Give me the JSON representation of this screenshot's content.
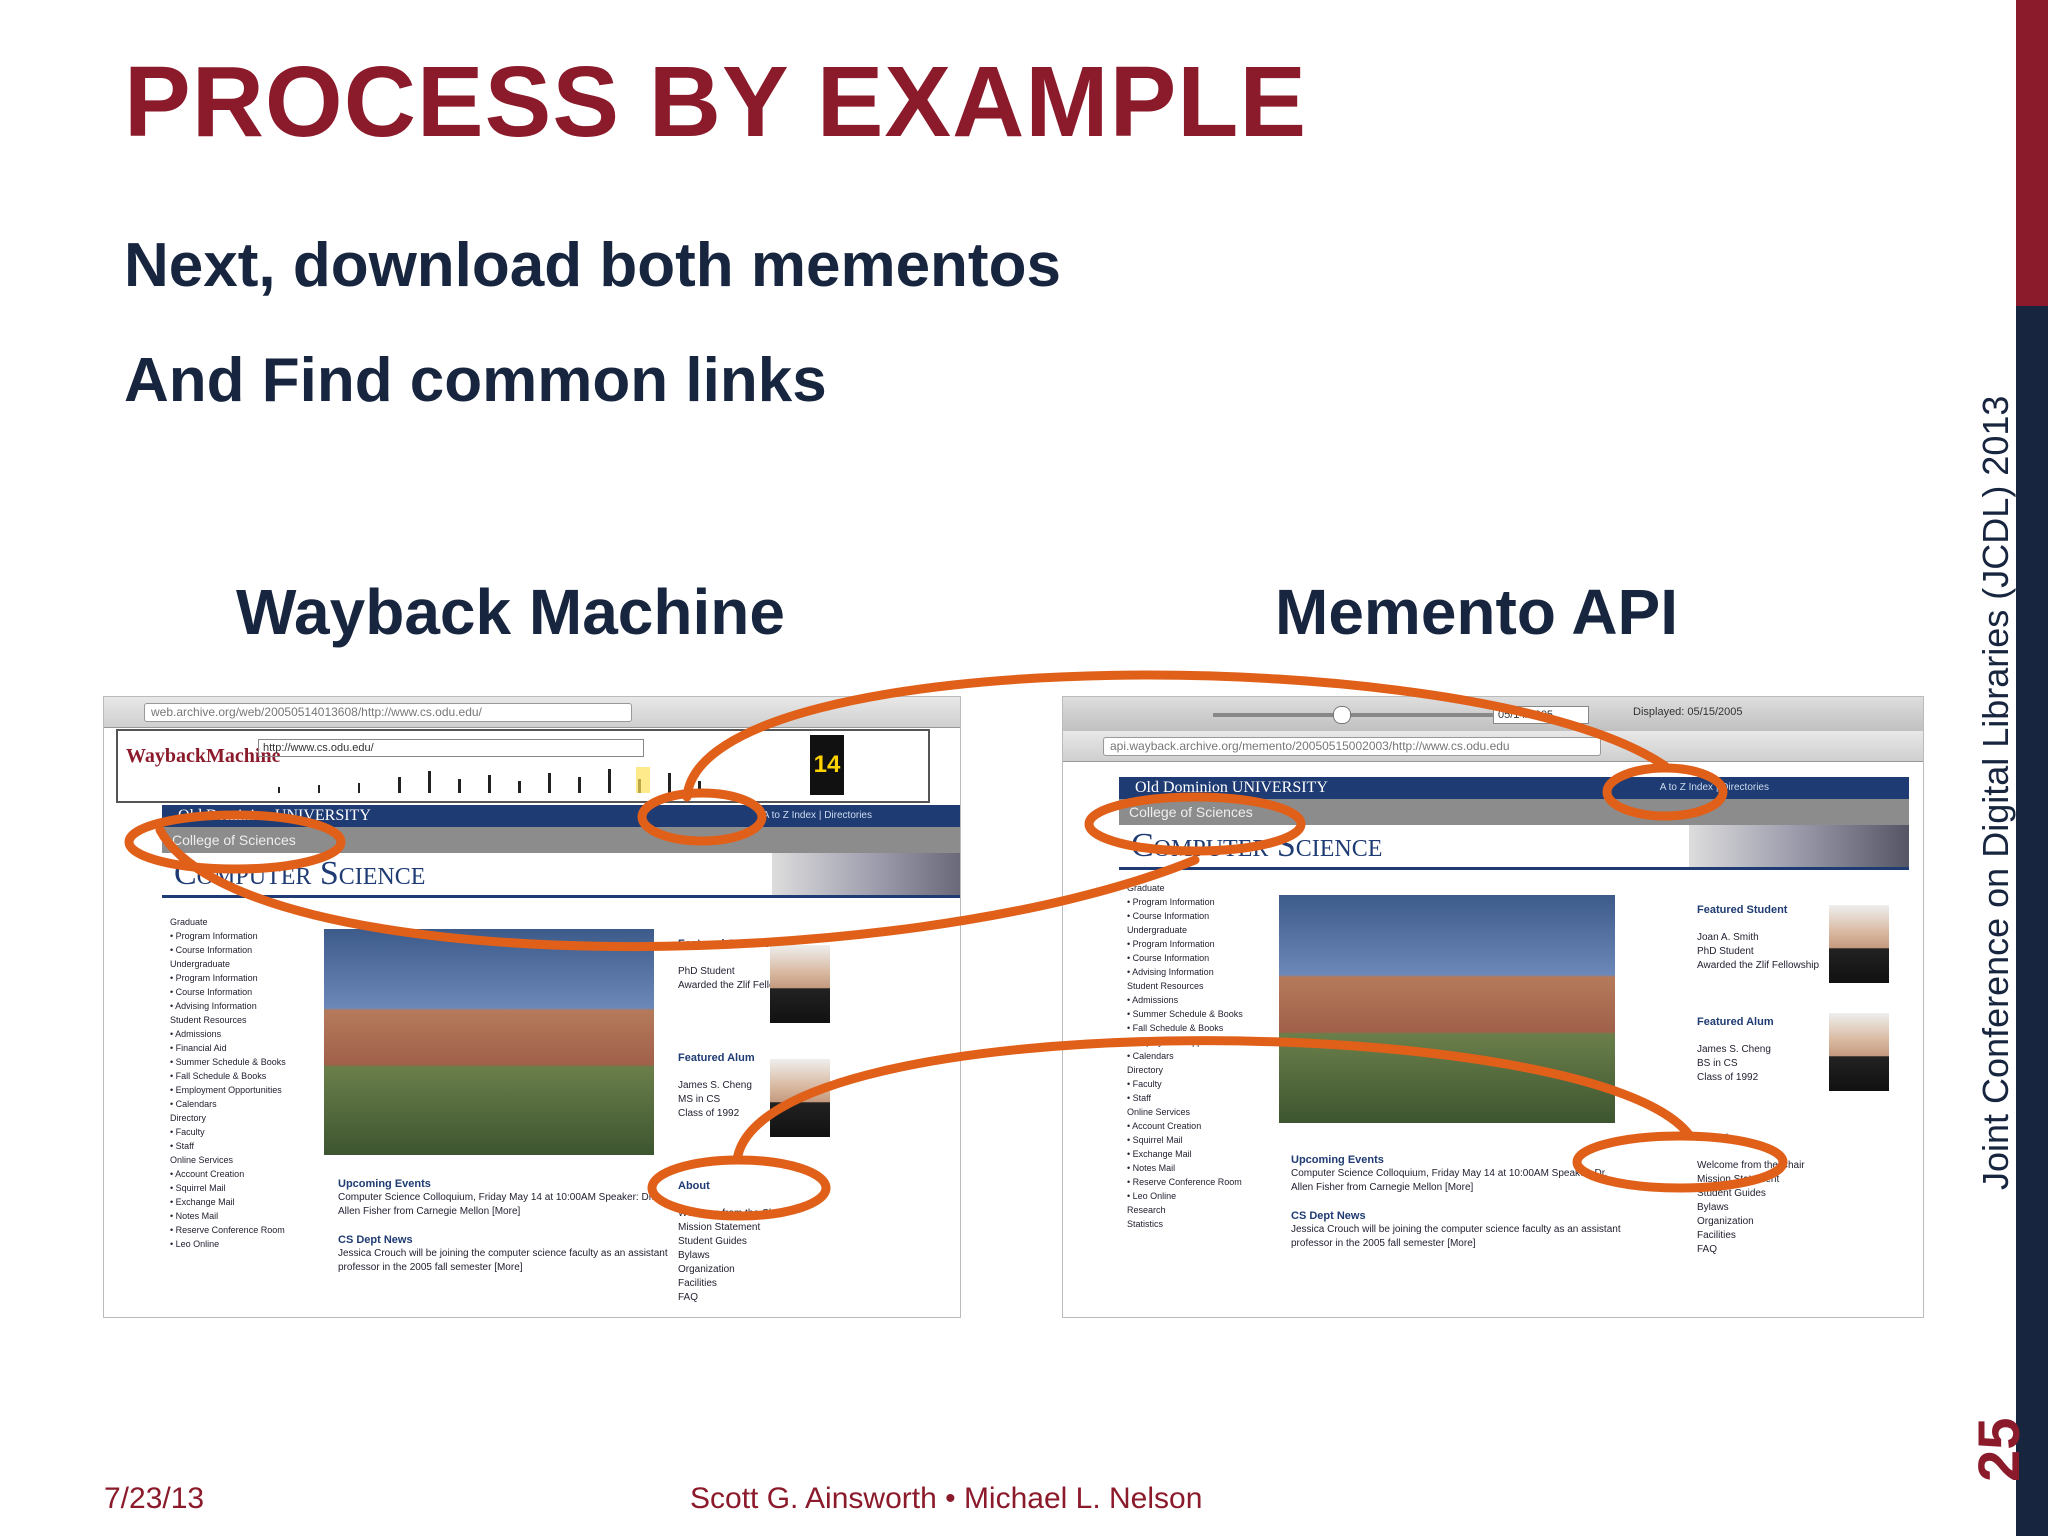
{
  "slide": {
    "title": "PROCESS BY EXAMPLE",
    "bullets": [
      "Next, download both mementos",
      "And Find common links"
    ],
    "labels": {
      "left": "Wayback Machine",
      "right": "Memento API"
    },
    "sidebar_text": "Joint Conference on Digital Libraries (JCDL) 2013",
    "page_number": "25",
    "footer": {
      "date": "7/23/13",
      "authors": "Scott G. Ainsworth • Michael L. Nelson"
    },
    "colors": {
      "accent_red": "#8b1a2b",
      "navy": "#17253f",
      "highlight_orange": "#e0601a"
    }
  },
  "wayback_shot": {
    "url": "web.archive.org/web/20050514013608/http://www.cs.odu.edu/",
    "field_url": "http://www.cs.odu.edu/",
    "calendar_day": "14",
    "banner": "Old Dominion UNIVERSITY",
    "nav": "A to Z Index | Directories",
    "college": "College of Sciences",
    "dept": "Computer Science",
    "sidebar": "Graduate\n• Program Information\n• Course Information\nUndergraduate\n• Program Information\n• Course Information\n• Advising Information\nStudent Resources\n• Admissions\n• Financial Aid\n• Summer Schedule & Books\n• Fall Schedule & Books\n• Employment Opportunities\n• Calendars\nDirectory\n• Faculty\n• Staff\nOnline Services\n• Account Creation\n• Squirrel Mail\n• Exchange Mail\n• Notes Mail\n• Reserve Conference Room\n• Leo Online",
    "featured_student": "Featured Student",
    "student_text": "PhD Student\nAwarded the Zlif Fellowship",
    "featured_alum": "Featured Alum",
    "alum_text": "James S. Cheng\nMS in CS\nClass of 1992",
    "about": "About",
    "about_items": "Welcome from the Chair\nMission Statement\nStudent Guides\nBylaws\nOrganization\nFacilities\nFAQ",
    "events_title": "Upcoming Events",
    "events_text": "Computer Science Colloquium, Friday May 14 at 10:00AM Speaker: Dr. Allen Fisher from Carnegie Mellon [More]",
    "news_title": "CS Dept News",
    "news_text": "Jessica Crouch will be joining the computer science faculty as an assistant professor in the 2005 fall semester [More]"
  },
  "memento_shot": {
    "url": "api.wayback.archive.org/memento/20050515002003/http://www.cs.odu.edu",
    "requested_date": "05/14/2005",
    "displayed": "Displayed: 05/15/2005",
    "banner": "Old Dominion UNIVERSITY",
    "nav": "A to Z Index | Directories",
    "college": "College of Sciences",
    "dept": "Computer Science",
    "sidebar": "Graduate\n• Program Information\n• Course Information\nUndergraduate\n• Program Information\n• Course Information\n• Advising Information\nStudent Resources\n• Admissions\n• Summer Schedule & Books\n• Fall Schedule & Books\n• Employment Opportunities\n• Calendars\nDirectory\n• Faculty\n• Staff\nOnline Services\n• Account Creation\n• Squirrel Mail\n• Exchange Mail\n• Notes Mail\n• Reserve Conference Room\n• Leo Online\nResearch\nStatistics",
    "featured_student": "Featured Student",
    "student_text": "Joan A. Smith\nPhD Student\nAwarded the Zlif Fellowship",
    "featured_alum": "Featured Alum",
    "alum_text": "James S. Cheng\nBS in CS\nClass of 1992",
    "about": "About",
    "about_items": "Welcome from the Chair\nMission Statement\nStudent Guides\nBylaws\nOrganization\nFacilities\nFAQ",
    "events_title": "Upcoming Events",
    "events_text": "Computer Science Colloquium, Friday May 14 at 10:00AM Speaker: Dr. Allen Fisher from Carnegie Mellon [More]",
    "news_title": "CS Dept News",
    "news_text": "Jessica Crouch will be joining the computer science faculty as an assistant professor in the 2005 fall semester [More]"
  }
}
